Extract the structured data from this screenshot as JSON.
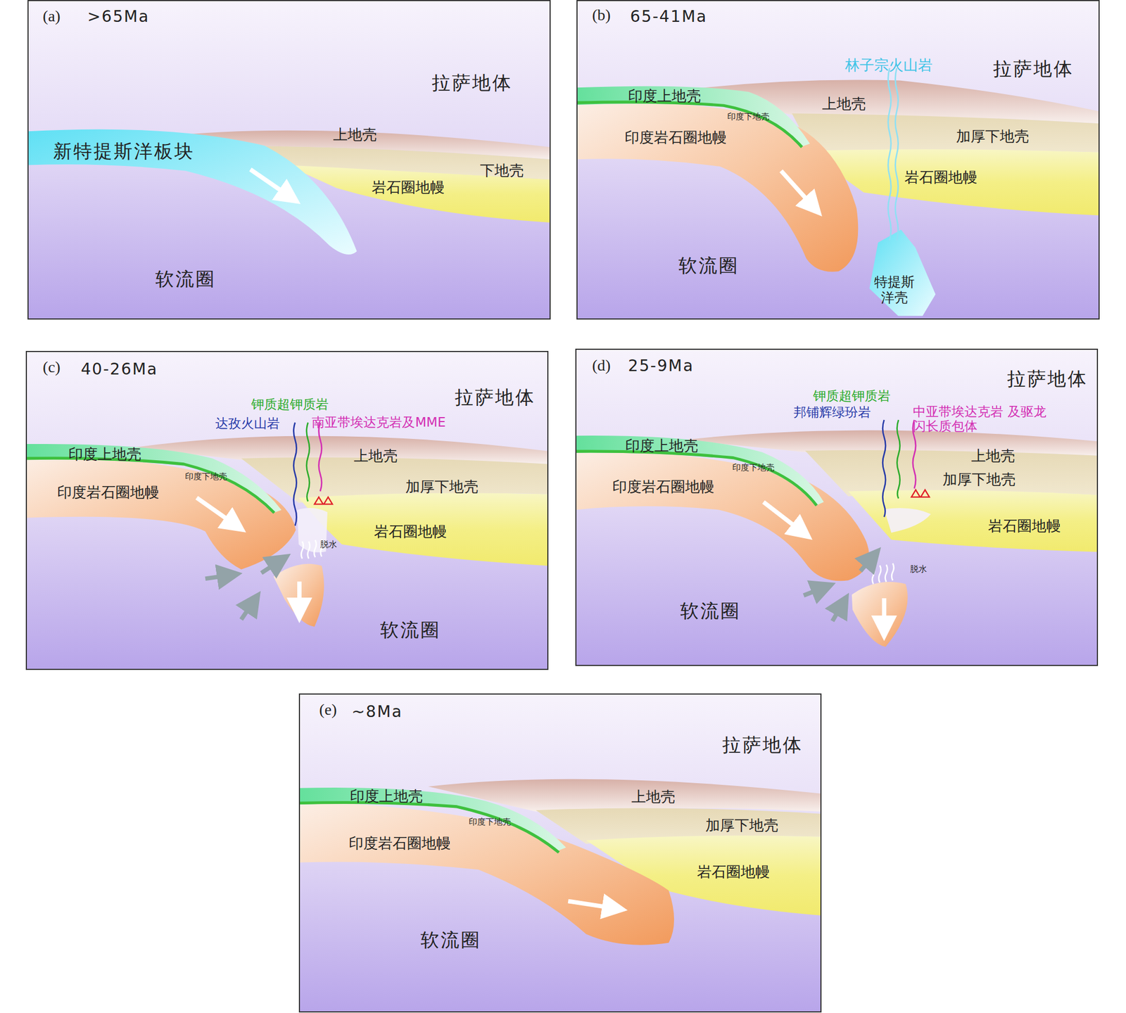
{
  "diagram": {
    "nodes": [
      {
        "text": [
          "(a)",
          ">65Ma"
        ]
      },
      {
        "text": [
          "(b)",
          "65-41Ma"
        ]
      },
      {
        "text": [
          "(c)",
          "40-26Ma"
        ]
      },
      {
        "text": [
          "(d)",
          "25-9Ma"
        ]
      },
      {
        "text": [
          "(e)",
          "~8Ma"
        ]
      }
    ],
    "labels": [
      "拉萨地体",
      "新特提斯洋板块",
      "上地壳",
      "下地壳",
      "岩石圈地幔",
      "软流圈",
      "林子宗火山岩",
      "拉萨地体",
      "印度上地壳",
      "上地壳",
      "印度下地壳",
      "印度岩石圈地幔",
      "加厚下地壳",
      "岩石圈地幔",
      "软流圈",
      "特提斯 洋壳",
      "钾质超钾质岩",
      "拉萨地体",
      "达孜火山岩",
      "南亚带埃达克岩及MME",
      "印度上地壳",
      "上地壳",
      "印度下地壳",
      "印度岩石圈地幔",
      "加厚下地壳",
      "岩石圈地幔",
      "脱水",
      "软流圈",
      "拉萨地体",
      "钾质超钾质岩",
      "邦铺辉绿玢岩",
      "中亚带埃达克岩 及驱龙闪长质包体",
      "印度上地壳",
      "印度下地壳",
      "上地壳",
      "印度岩石圈地幔",
      "加厚下地壳",
      "岩石圈地幔",
      "脱水",
      "软流圈",
      "拉萨地体",
      "印度上地壳",
      "上地壳",
      "印度下地壳",
      "加厚下地壳",
      "印度岩石圈地幔",
      "岩石圈地幔",
      "软流圈"
    ]
  }
}
